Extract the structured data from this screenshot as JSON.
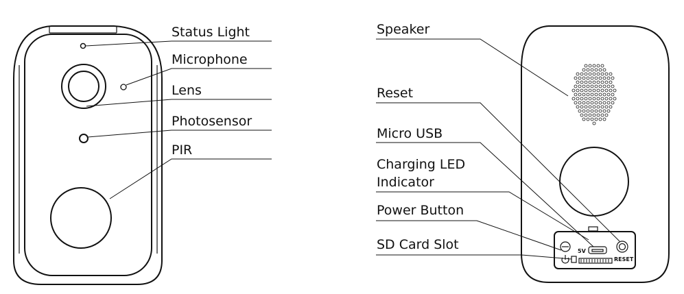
{
  "front_view": {
    "labels": {
      "status_light": "Status Light",
      "microphone": "Microphone",
      "lens": "Lens",
      "photosensor": "Photosensor",
      "pir": "PIR"
    }
  },
  "back_view": {
    "labels": {
      "speaker": "Speaker",
      "reset": "Reset",
      "micro_usb": "Micro USB",
      "charging_led_line1": "Charging LED",
      "charging_led_line2": "Indicator",
      "power_button": "Power Button",
      "sd_card_slot": "SD Card Slot"
    },
    "port_markings": {
      "usb": "5V",
      "reset": "RESET"
    }
  }
}
